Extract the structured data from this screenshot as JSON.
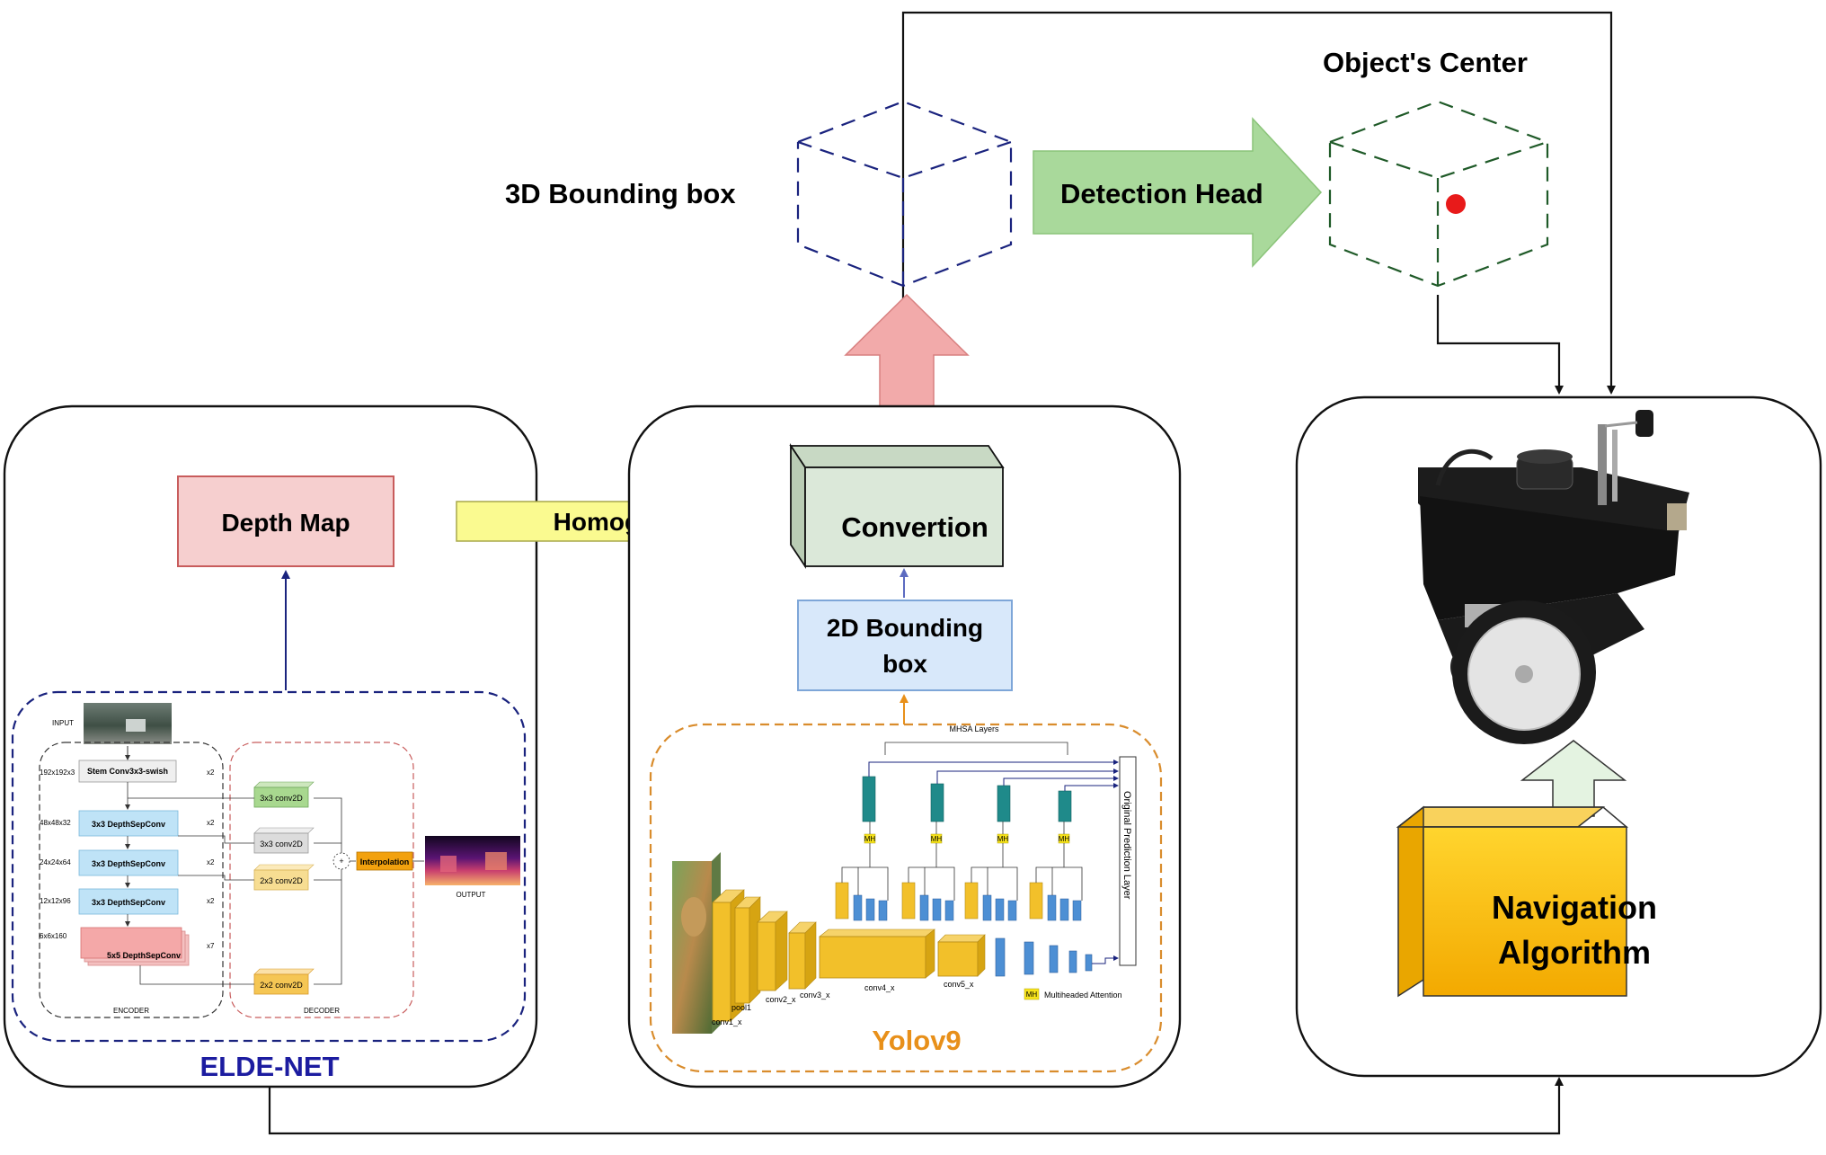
{
  "labels": {
    "bbox3d": "3D Bounding box",
    "objects_center": "Object's Center",
    "detection_head": "Detection Head",
    "depth_map": "Depth Map",
    "homography": "Homography",
    "convertion": "Convertion",
    "bbox2d_line1": "2D Bounding",
    "bbox2d_line2": "box",
    "elde_net": "ELDE-NET",
    "yolov9": "Yolov9",
    "nav_line1": "Navigation",
    "nav_line2": "Algorithm"
  },
  "elde_net_detail": {
    "input": "INPUT",
    "output": "OUTPUT",
    "encoder": "ENCODER",
    "decoder": "DECODER",
    "interpolation": "Interpolation",
    "row_labels": [
      "192x192x3",
      "48x48x32",
      "24x24x64",
      "12x12x96",
      "6x6x160"
    ],
    "encoder_blocks": [
      "Stem Conv3x3-swish",
      "3x3 DepthSepConv",
      "3x3 DepthSepConv",
      "3x3 DepthSepConv",
      "5x5 DepthSepConv"
    ],
    "repeat_counts": [
      "x2",
      "x2",
      "x2",
      "x2",
      "x7"
    ],
    "decoder_blocks": [
      "3x3 conv2D",
      "3x3 conv2D",
      "2x3 conv2D",
      "2x2 conv2D"
    ],
    "plus_symbol": "+"
  },
  "yolo_detail": {
    "mhsa_layers": "MHSA Layers",
    "prediction_layer": "Original  Prediction  Layer",
    "mha": "MH",
    "legend": "Multiheaded Attention",
    "stages": [
      "conv1_x",
      "pool1",
      "conv2_x",
      "conv3_x",
      "conv4_x",
      "conv5_x"
    ]
  },
  "colors": {
    "elde_title": "#1c1ca0",
    "yolo_title": "#e8901a",
    "depth_map_fill": "#f6cfcf",
    "depth_map_stroke": "#c85c5c",
    "homography_fill": "#fafa90",
    "convertion_fill": "#dbe8d9",
    "bbox2d_fill": "#d8e8fa",
    "detection_head_fill": "#a9d99b",
    "up_arrow_fill": "#f2aaaa",
    "nav_fill": "#f3b400",
    "nav_arrow_fill": "#e4f3e1",
    "center_dot": "#e81a1a",
    "elde_dash": "#1a237e",
    "yolo_dash": "#d98c2c",
    "cube3d_stroke": "#1a237e",
    "cube_center_stroke": "#1f5a28"
  },
  "icons": {
    "robot": "robot-photo-icon",
    "dog": "dog-photo-icon",
    "street": "street-scene-icon",
    "depth_output": "depth-output-icon"
  }
}
